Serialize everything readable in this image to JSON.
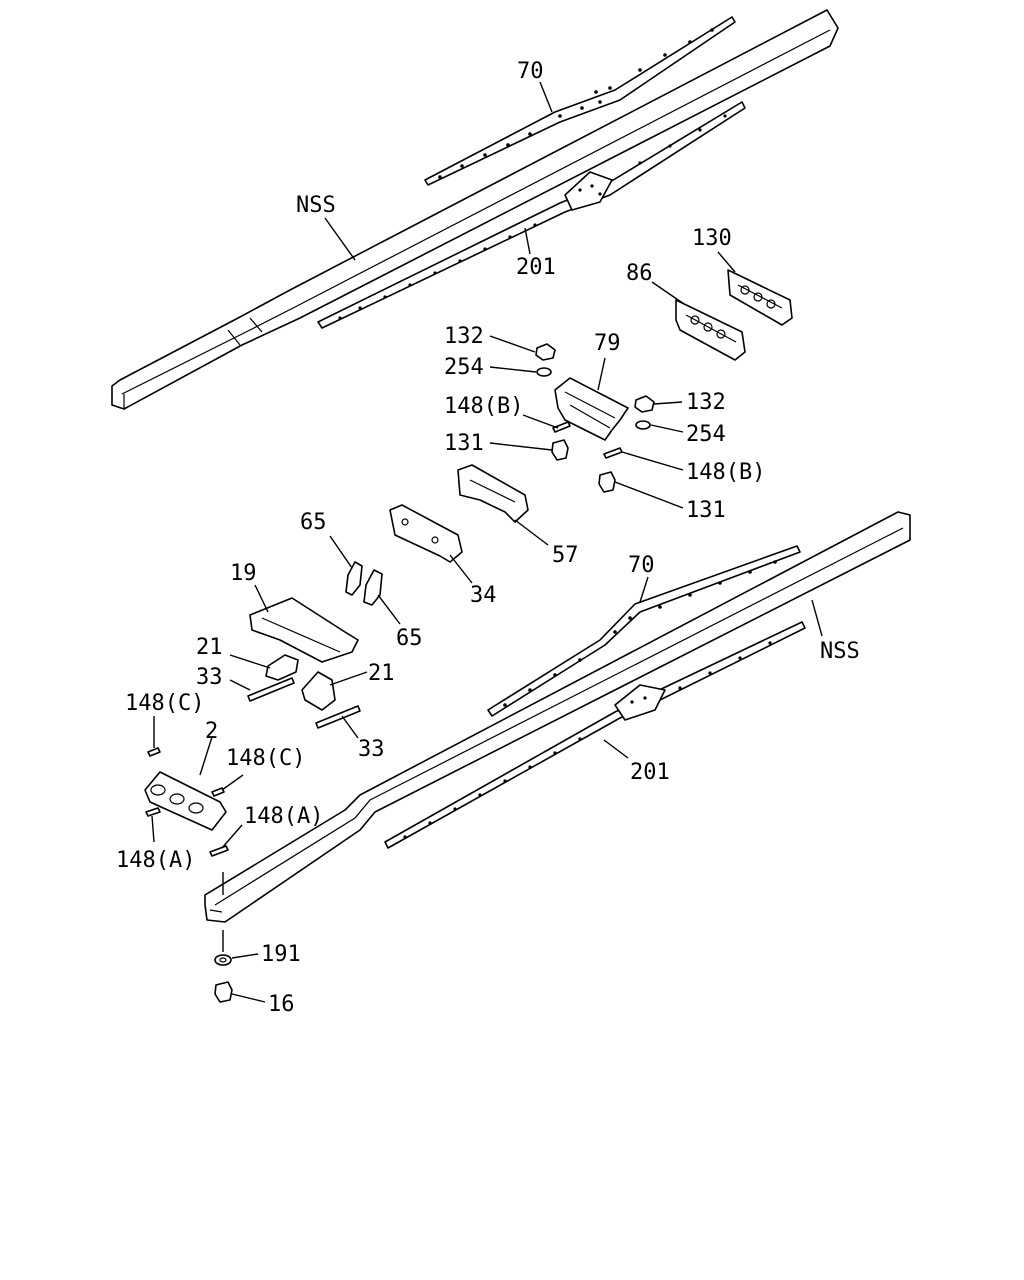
{
  "diagram": {
    "callouts": {
      "nss_top": "NSS",
      "nss_bottom": "NSS",
      "p70_top": "70",
      "p70_bottom": "70",
      "p201_top": "201",
      "p201_bottom": "201",
      "p130": "130",
      "p86": "86",
      "p79": "79",
      "p132_left": "132",
      "p132_right": "132",
      "p254_left": "254",
      "p254_right": "254",
      "p148b_left": "148(B)",
      "p148b_right": "148(B)",
      "p131_left": "131",
      "p131_right": "131",
      "p57": "57",
      "p34": "34",
      "p65_top": "65",
      "p65_bottom": "65",
      "p19": "19",
      "p21_left": "21",
      "p21_right": "21",
      "p33_left": "33",
      "p33_right": "33",
      "p148c_left": "148(C)",
      "p148c_right": "148(C)",
      "p2": "2",
      "p148a_right": "148(A)",
      "p148a_left": "148(A)",
      "p191": "191",
      "p16": "16"
    }
  }
}
